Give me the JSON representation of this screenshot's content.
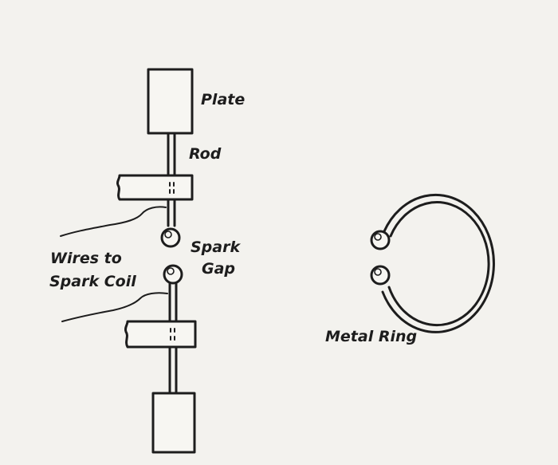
{
  "labels": {
    "plate": "Plate",
    "rod": "Rod",
    "spark_gap_line1": "Spark",
    "spark_gap_line2": "Gap",
    "wires_line1": "Wires to",
    "wires_line2": "Spark Coil",
    "metal_ring": "Metal Ring"
  },
  "colors": {
    "ink": "#1d1d1d",
    "paper": "#f3f2ee",
    "fill": "#f7f6f2"
  }
}
